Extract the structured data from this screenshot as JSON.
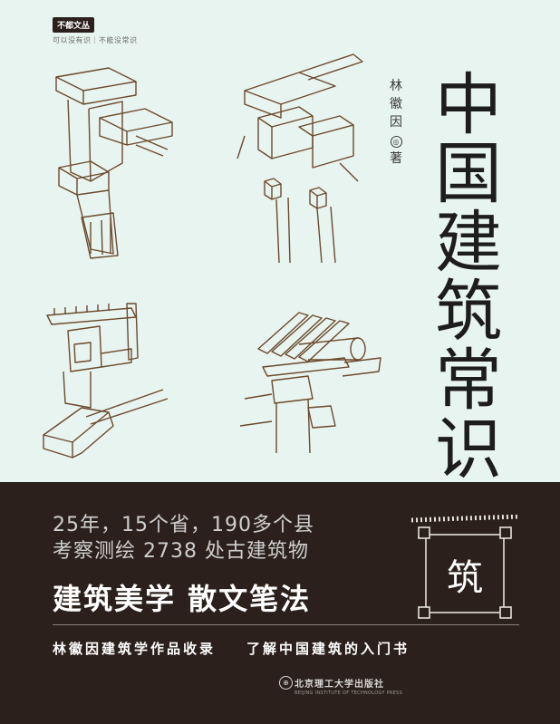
{
  "brand": {
    "badge": "不都文丛",
    "tagline": "可以没有识｜不能没常识"
  },
  "author": {
    "name_chars": [
      "林",
      "徽",
      "因"
    ],
    "mark": "◎",
    "role": "著"
  },
  "title": {
    "chars": [
      "中",
      "国",
      "建",
      "筑",
      "常",
      "识"
    ]
  },
  "stats": {
    "line1": "25年，15个省，190多个县",
    "line2": "考察测绘 2738 处古建筑物"
  },
  "slogan": "建筑美学  散文笔法",
  "bottom_line": {
    "left": "林徽因建筑学作品收录",
    "right": "了解中国建筑的入门书"
  },
  "publisher": {
    "name": "北京理工大学出版社",
    "en": "BEIJING INSTITUTE OF TECHNOLOGY PRESS",
    "logo": "⊕"
  },
  "stamp": {
    "char": "筑"
  },
  "colors": {
    "background": "#e8f4ef",
    "dark_band": "#2b201b",
    "line_art": "#6b4a2e",
    "accent_white": "#ffffff"
  }
}
